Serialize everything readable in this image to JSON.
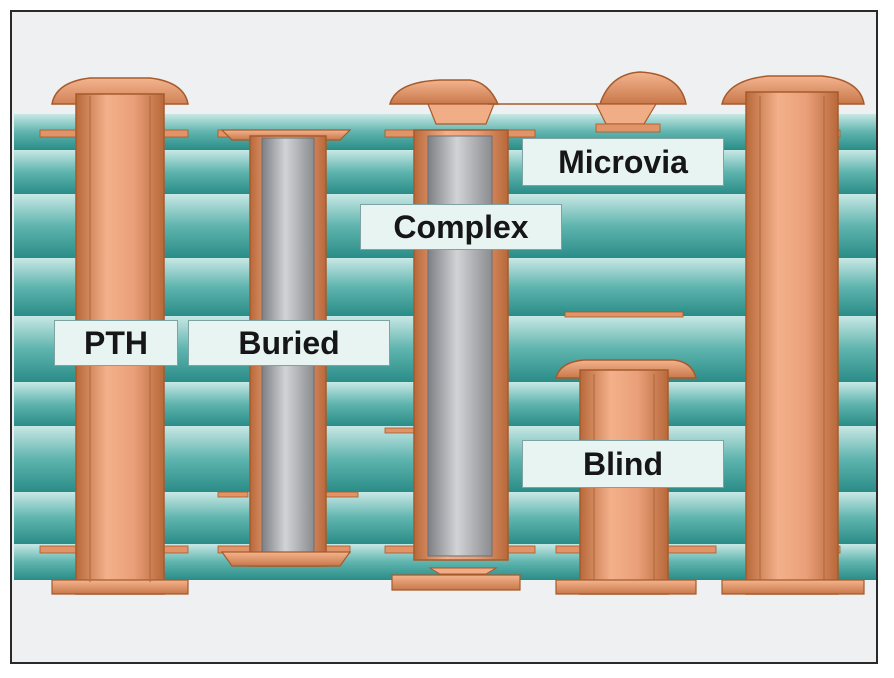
{
  "labels": {
    "pth": "PTH",
    "buried": "Buried",
    "complex": "Complex",
    "microvia": "Microvia",
    "blind": "Blind"
  },
  "colors": {
    "layer": "#2f9c96",
    "layer_light": "#c2e5e2",
    "copper": "#e4966a",
    "copper_dark": "#a65a2c",
    "fill_gray": "#a4a6aa",
    "label_bg": "#e7f4f2",
    "background": "#eef0f1"
  }
}
